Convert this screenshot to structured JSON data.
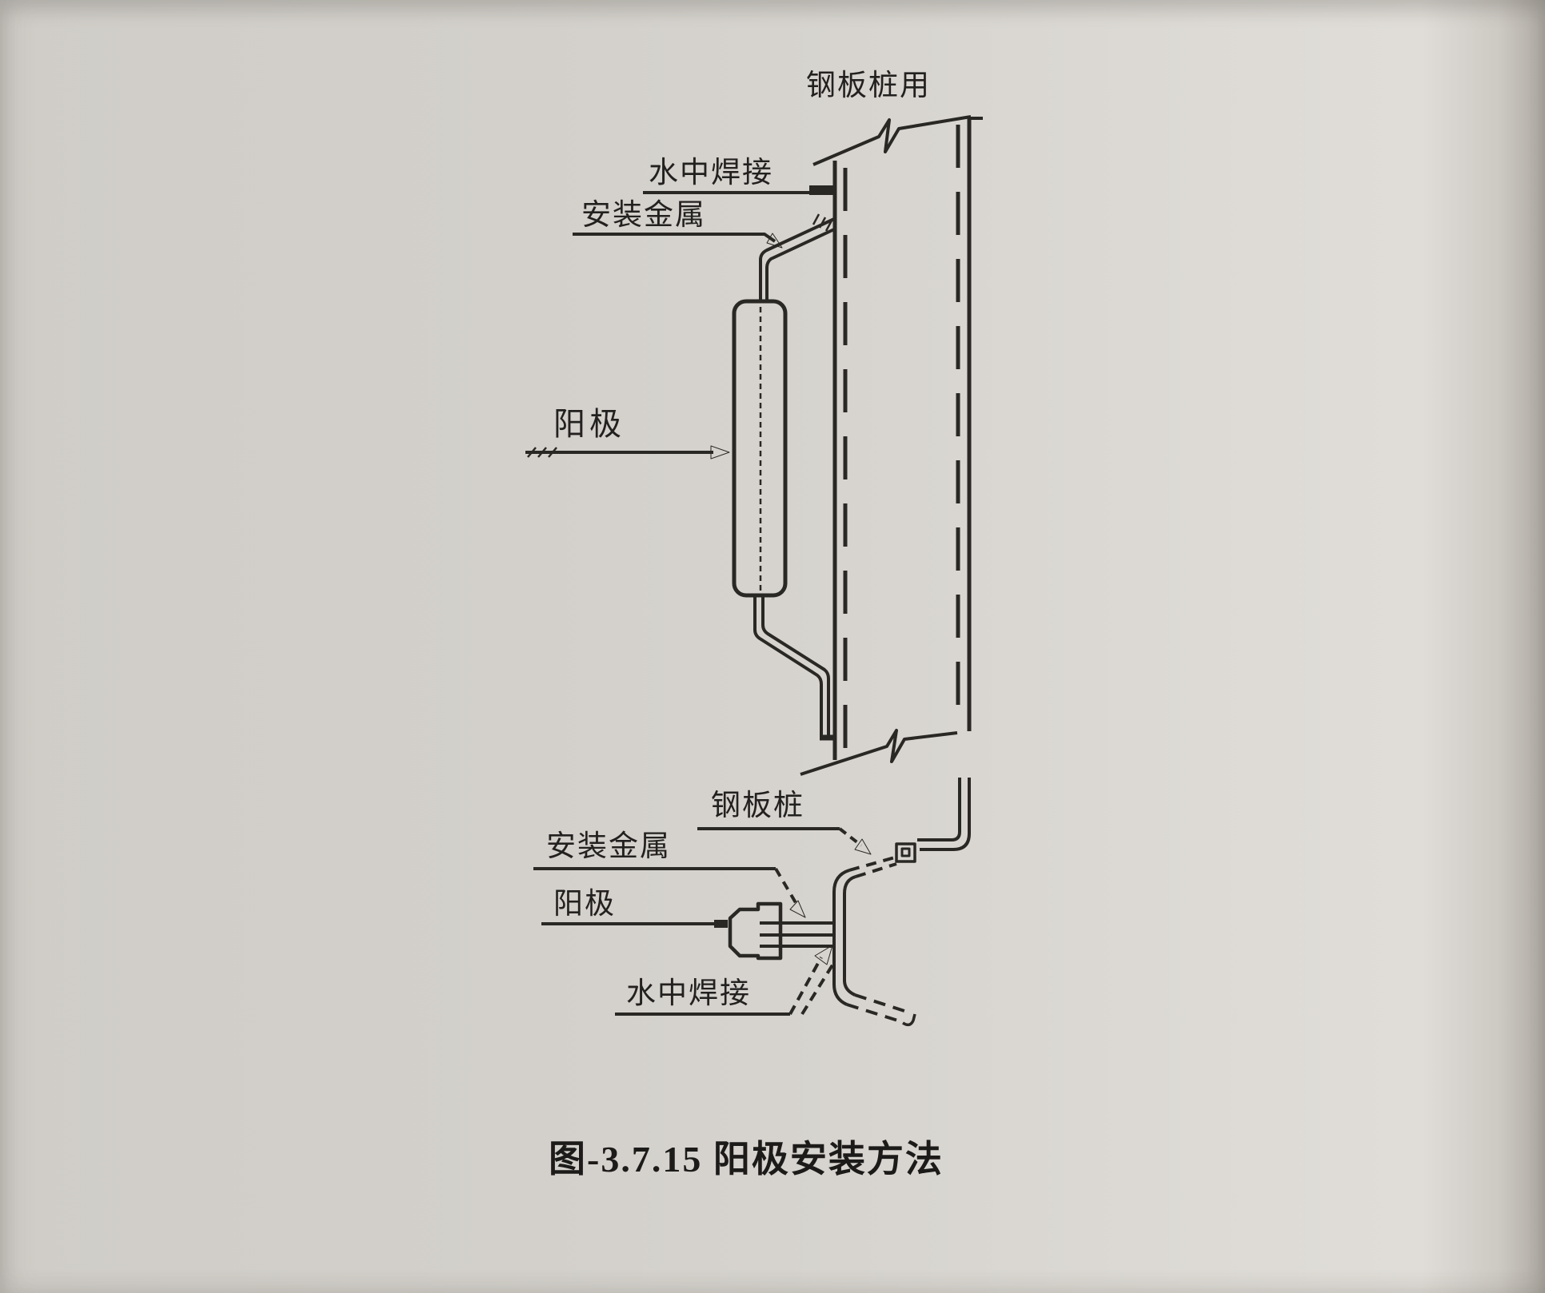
{
  "page": {
    "paper_color": "#d6d3ce",
    "ink_color": "#2a2824",
    "description_of_view": "scanned book page with technical line diagram"
  },
  "figure": {
    "caption": "图-3.7.15 阳极安装方法",
    "upper": {
      "pile_use": "钢板桩用",
      "underwater_welding": "水中焊接",
      "mounting_metal": "安装金属",
      "anode": "阳极"
    },
    "lower": {
      "sheet_pile": "钢板桩",
      "mounting_metal": "安装金属",
      "anode": "阳极",
      "underwater_welding": "水中焊接"
    }
  }
}
